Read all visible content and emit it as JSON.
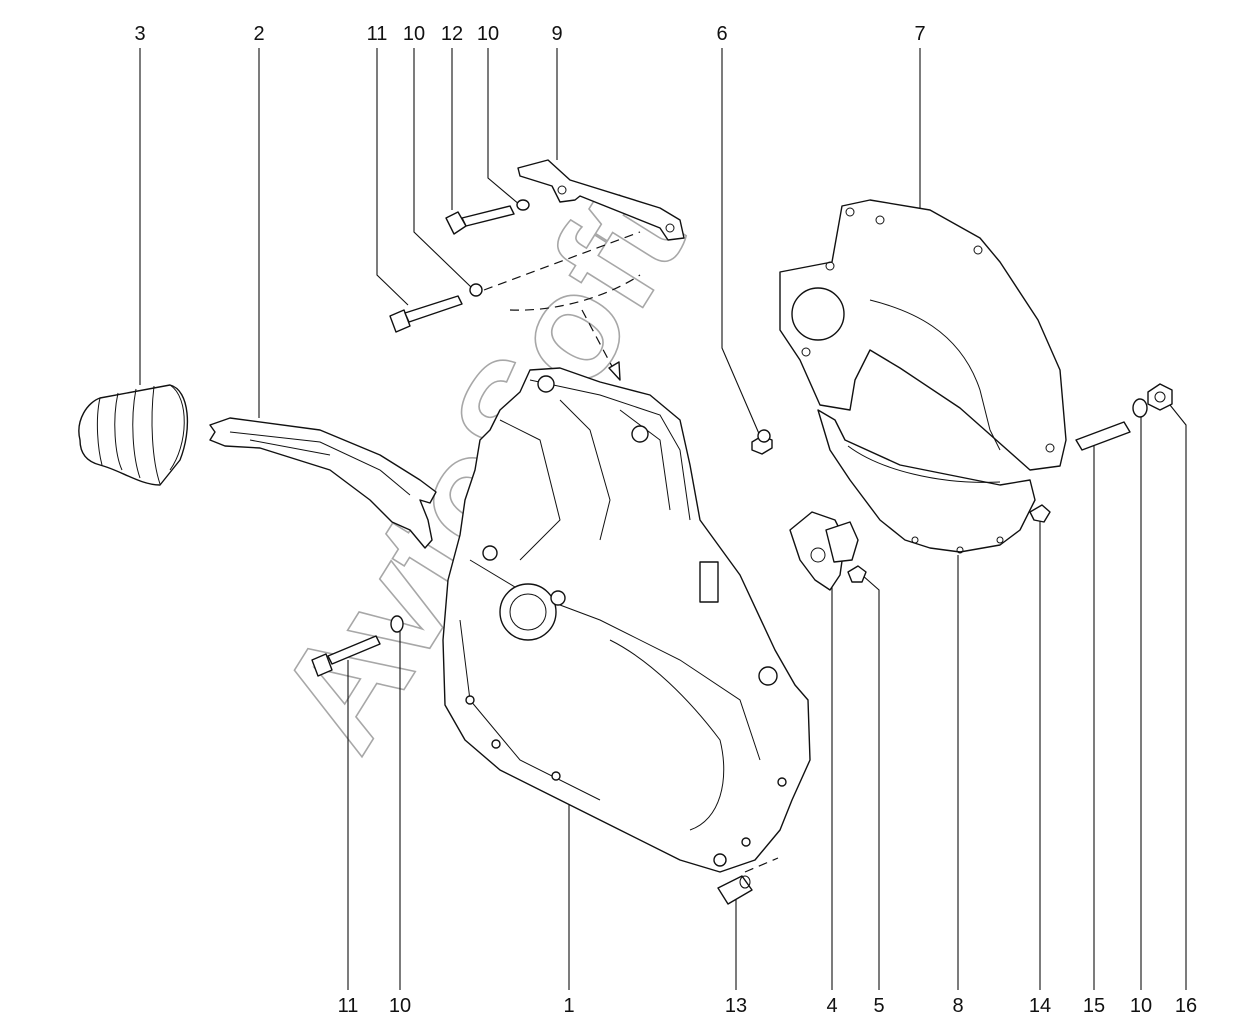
{
  "callouts_top": [
    {
      "id": "c-3",
      "label": "3"
    },
    {
      "id": "c-2",
      "label": "2"
    },
    {
      "id": "c-11-top",
      "label": "11"
    },
    {
      "id": "c-10-top-a",
      "label": "10"
    },
    {
      "id": "c-12",
      "label": "12"
    },
    {
      "id": "c-10-top-b",
      "label": "10"
    },
    {
      "id": "c-9",
      "label": "9"
    },
    {
      "id": "c-6",
      "label": "6"
    },
    {
      "id": "c-7",
      "label": "7"
    }
  ],
  "callouts_bottom": [
    {
      "id": "c-11-bottom",
      "label": "11"
    },
    {
      "id": "c-10-bottom-a",
      "label": "10"
    },
    {
      "id": "c-1",
      "label": "1"
    },
    {
      "id": "c-13",
      "label": "13"
    },
    {
      "id": "c-4",
      "label": "4"
    },
    {
      "id": "c-5",
      "label": "5"
    },
    {
      "id": "c-8",
      "label": "8"
    },
    {
      "id": "c-14",
      "label": "14"
    },
    {
      "id": "c-15",
      "label": "15"
    },
    {
      "id": "c-10-bottom-b",
      "label": "10"
    },
    {
      "id": "c-16",
      "label": "16"
    }
  ],
  "watermark": {
    "text": "AvtoSoft",
    "color": "#8a8a8a"
  },
  "colors": {
    "line": "#111111",
    "background": "#ffffff"
  }
}
